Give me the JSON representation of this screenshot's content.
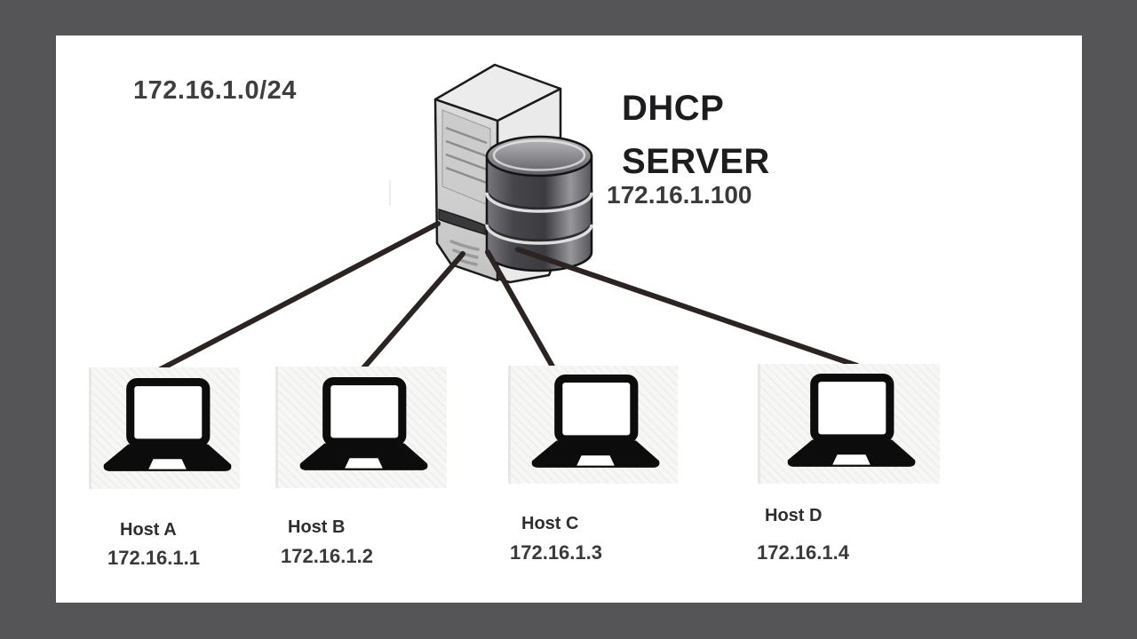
{
  "frame": {
    "border_color": "#555557",
    "canvas_color": "#ffffff"
  },
  "network": {
    "subnet": "172.16.1.0/24"
  },
  "server": {
    "title_line1": "DHCP",
    "title_line2": "SERVER",
    "ip": "172.16.1.100",
    "icon": "server-tower-with-database"
  },
  "hosts": [
    {
      "name": "Host A",
      "ip": "172.16.1.1",
      "icon": "laptop"
    },
    {
      "name": "Host B",
      "ip": "172.16.1.2",
      "icon": "laptop"
    },
    {
      "name": "Host C",
      "ip": "172.16.1.3",
      "icon": "laptop"
    },
    {
      "name": "Host D",
      "ip": "172.16.1.4",
      "icon": "laptop"
    }
  ],
  "colors": {
    "connection_line": "#2b2423",
    "text_dark": "#1d1d1f",
    "text_gray": "#3a3a3e",
    "laptop_icon": "#0c0c0c"
  }
}
